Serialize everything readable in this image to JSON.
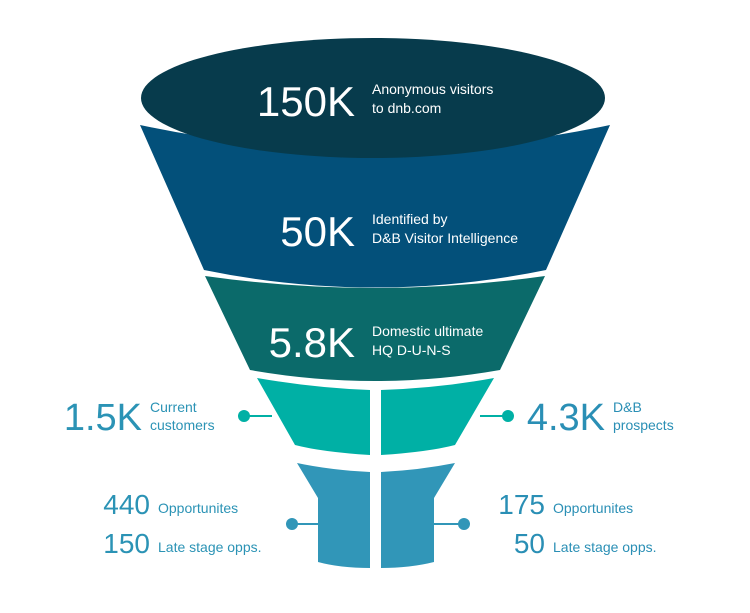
{
  "colors": {
    "stage1": "#073b4c",
    "stage2": "#03507a",
    "stage3": "#0b6a6a",
    "stage4": "#00b0a5",
    "stage5": "#3196b8",
    "label_accent": "#2b93b5",
    "label_accent_right": "#2a8fb5",
    "text_light": "#ffffff"
  },
  "stages": [
    {
      "value": "150K",
      "line1": "Anonymous visitors",
      "line2": "to dnb.com"
    },
    {
      "value": "50K",
      "line1": "Identified by",
      "line2": "D&B Visitor Intelligence"
    },
    {
      "value": "5.8K",
      "line1": "Domestic ultimate",
      "line2": "HQ D-U-N-S"
    }
  ],
  "split": {
    "left": {
      "value": "1.5K",
      "line1": "Current",
      "line2": "customers"
    },
    "right": {
      "value": "4.3K",
      "line1": "D&B",
      "line2": "prospects"
    }
  },
  "bottom": {
    "left": [
      {
        "value": "440",
        "label": "Opportunites"
      },
      {
        "value": "150",
        "label": "Late stage opps."
      }
    ],
    "right": [
      {
        "value": "175",
        "label": "Opportunites"
      },
      {
        "value": "50",
        "label": "Late stage opps."
      }
    ]
  }
}
